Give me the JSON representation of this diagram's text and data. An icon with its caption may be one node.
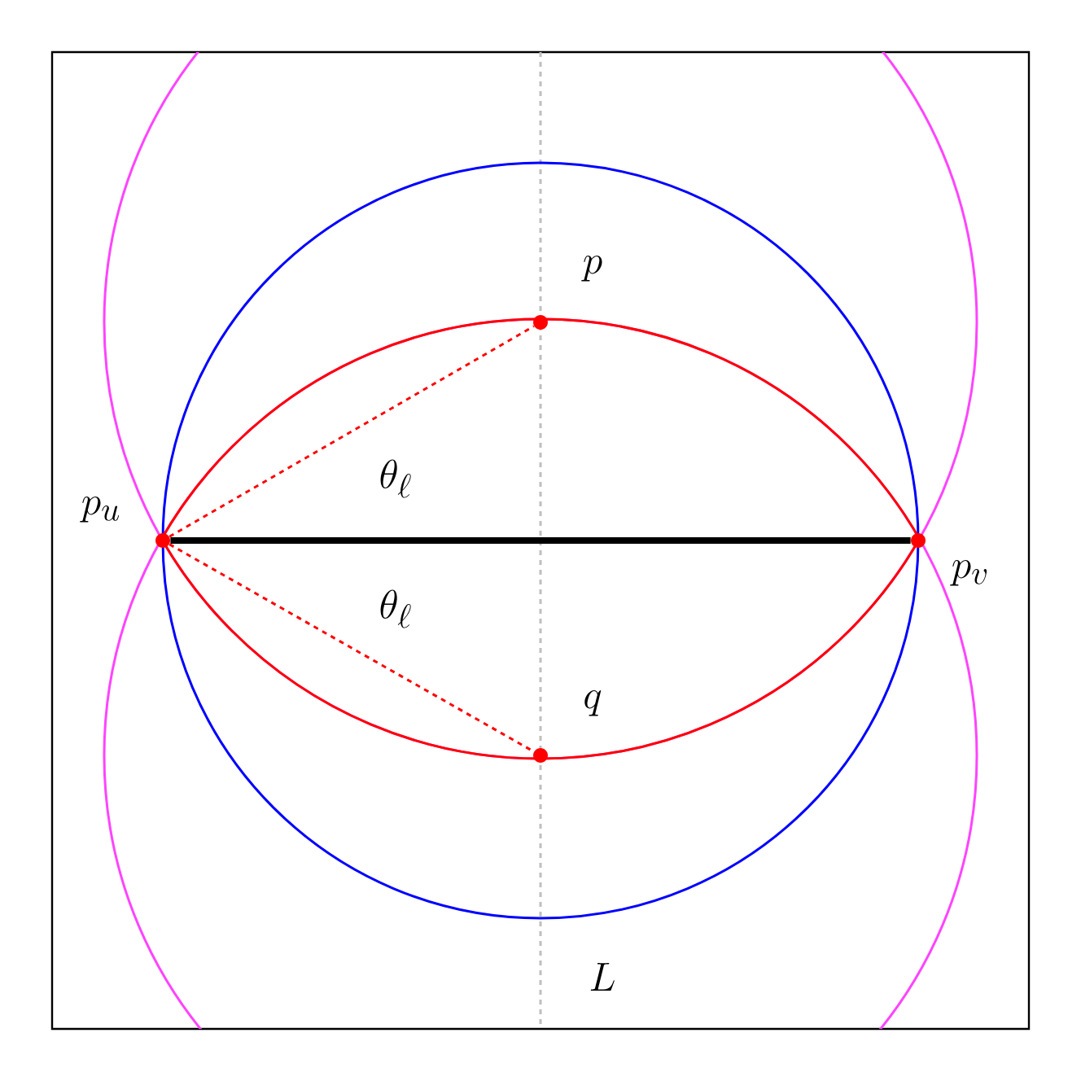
{
  "diagram": {
    "nodes": [
      {
        "text": [],
        "shape": "circle",
        "beside": [
          "p"
        ]
      },
      {
        "text": [],
        "shape": "circle",
        "beside": [
          "p_u"
        ]
      },
      {
        "text": [],
        "shape": "circle",
        "beside": [
          "p_v"
        ]
      },
      {
        "text": [],
        "shape": "circle",
        "beside": [
          "q"
        ]
      }
    ],
    "edges": [
      {
        "from": 1,
        "to": 2,
        "arrow": "none",
        "style": "thick",
        "color": "#000000"
      },
      {
        "from": 1,
        "to": 0,
        "arrow": "none",
        "style": "dashed",
        "color": "#ff0000"
      },
      {
        "from": 1,
        "to": 3,
        "arrow": "none",
        "style": "dashed",
        "color": "#ff0000"
      }
    ],
    "labels": [
      "\\theta_\\ell",
      "\\theta_\\ell",
      "L"
    ]
  }
}
